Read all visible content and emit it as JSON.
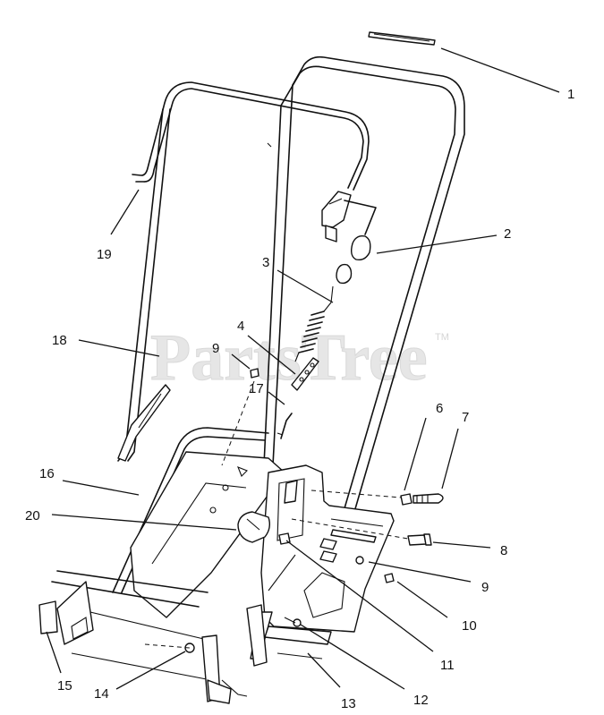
{
  "watermark": {
    "text": "PartsTree",
    "trademark": "TM"
  },
  "callouts": {
    "c1": "1",
    "c2": "2",
    "c3": "3",
    "c4": "4",
    "c6": "6",
    "c7": "7",
    "c8": "8",
    "c9_left": "9",
    "c9_right": "9",
    "c10": "10",
    "c11": "11",
    "c12": "12",
    "c13": "13",
    "c14": "14",
    "c15": "15",
    "c16": "16",
    "c17": "17",
    "c18": "18",
    "c19": "19",
    "c20": "20"
  }
}
